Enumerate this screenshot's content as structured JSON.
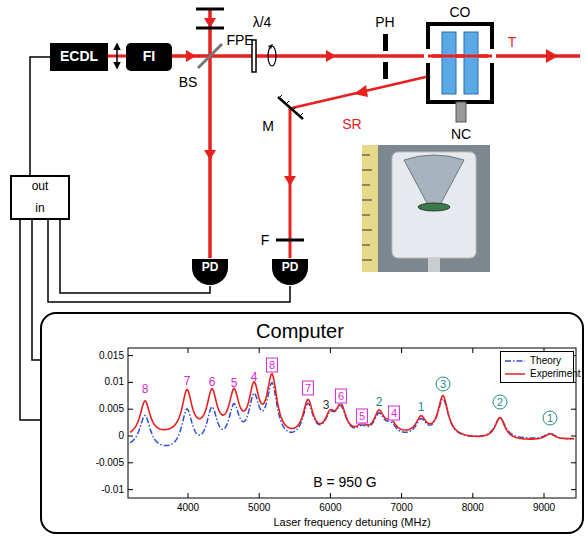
{
  "diagram": {
    "nodes": [
      {
        "text": [
          "ECDL"
        ]
      },
      {
        "text": [
          "FI"
        ]
      },
      {
        "text": [
          "PD"
        ]
      },
      {
        "text": [
          "PD"
        ]
      },
      {
        "text": [
          "out",
          "in"
        ]
      },
      {
        "text": [
          "Computer"
        ]
      }
    ],
    "edges": [
      {
        "from": 0,
        "to": 4,
        "arrow": "none"
      },
      {
        "from": 2,
        "to": 4,
        "arrow": "none"
      },
      {
        "from": 3,
        "to": 4,
        "arrow": "none"
      },
      {
        "from": 4,
        "to": 5,
        "arrow": "none"
      },
      {
        "from": 4,
        "to": 5,
        "arrow": "none"
      }
    ],
    "labels": [
      "FPE",
      "BS",
      "λ/4",
      "PH",
      "CO",
      "T",
      "M",
      "SR",
      "F",
      "NC",
      "8",
      "7",
      "6",
      "5",
      "4",
      "8",
      "7",
      "3",
      "6",
      "5",
      "2",
      "4",
      "1",
      "3",
      "2",
      "1",
      "B = 950 G",
      "0.015",
      "0.01",
      "0.005",
      "0",
      "-0.005",
      "-0.01",
      "4000",
      "5000",
      "6000",
      "7000",
      "8000",
      "9000",
      "Laser frequency detuning (MHz)"
    ],
    "legend": [
      {
        "text": "Theory"
      },
      {
        "text": "Experiment"
      }
    ]
  }
}
